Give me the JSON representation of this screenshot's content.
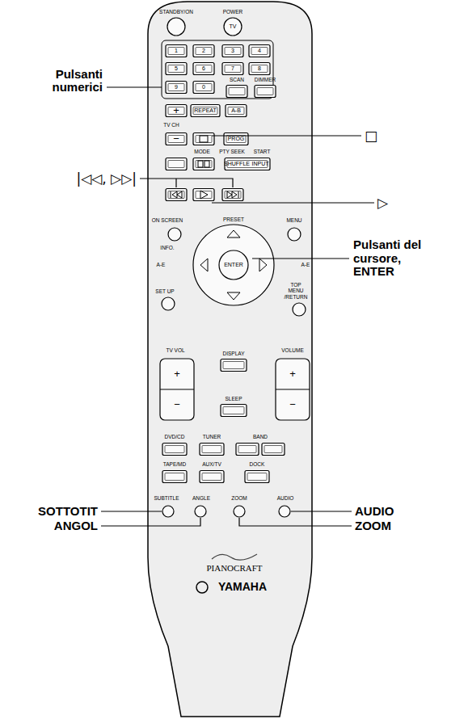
{
  "diagram": {
    "labels": [
      "STANDBY/ON",
      "POWER",
      "TV",
      "1",
      "2",
      "3",
      "4",
      "5",
      "6",
      "7",
      "8",
      "9",
      "0",
      "SCAN",
      "DIMMER",
      "+",
      "REPEAT",
      "A-B",
      "TV CH",
      "−",
      "PROG",
      "MODE",
      "PTY SEEK",
      "START",
      "SHUFFLE",
      "INPUT",
      "ON SCREEN",
      "PRESET",
      "MENU",
      "INFO.",
      "A-E",
      "ENTER",
      "A-E",
      "SET UP",
      "TOP MENU /RETURN",
      "TV VOL",
      "DISPLAY",
      "VOLUME",
      "+",
      "−",
      "+",
      "−",
      "SLEEP",
      "DVD/CD",
      "TUNER",
      "BAND",
      "TAPE/MD",
      "AUX/TV",
      "DOCK",
      "SUBTITLE",
      "ANGLE",
      "ZOOM",
      "AUDIO",
      "PIANOCRAFT",
      "YAMAHA",
      "Pulsanti numerici",
      "□",
      "|◁◁, ▷▷|",
      "▷",
      "Pulsanti del cursore, ENTER",
      "SOTTOTIT",
      "ANGOL",
      "AUDIO",
      "ZOOM"
    ]
  }
}
